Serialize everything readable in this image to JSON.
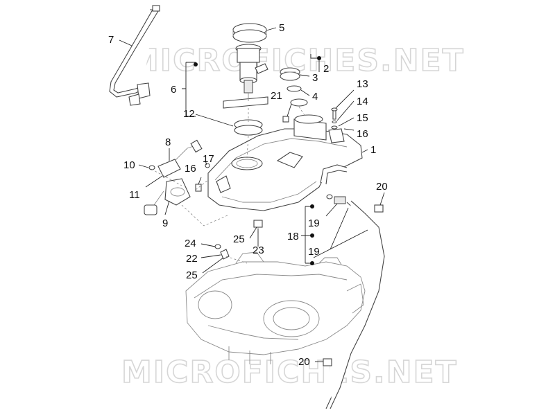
{
  "watermark_top": "MICROFICHES.NET",
  "watermark_bottom": "MICROFICHES.NET",
  "callouts": {
    "c1": "1",
    "c2": "2",
    "c3": "3",
    "c4": "4",
    "c5": "5",
    "c6": "6",
    "c7": "7",
    "c8": "8",
    "c9": "9",
    "c10": "10",
    "c11": "11",
    "c12": "12",
    "c13": "13",
    "c14": "14",
    "c15": "15",
    "c16a": "16",
    "c16b": "16",
    "c17": "17",
    "c18": "18",
    "c19a": "19",
    "c19b": "19",
    "c20a": "20",
    "c20b": "20",
    "c21": "21",
    "c22": "22",
    "c23": "23",
    "c24": "24",
    "c25a": "25",
    "c25b": "25"
  }
}
